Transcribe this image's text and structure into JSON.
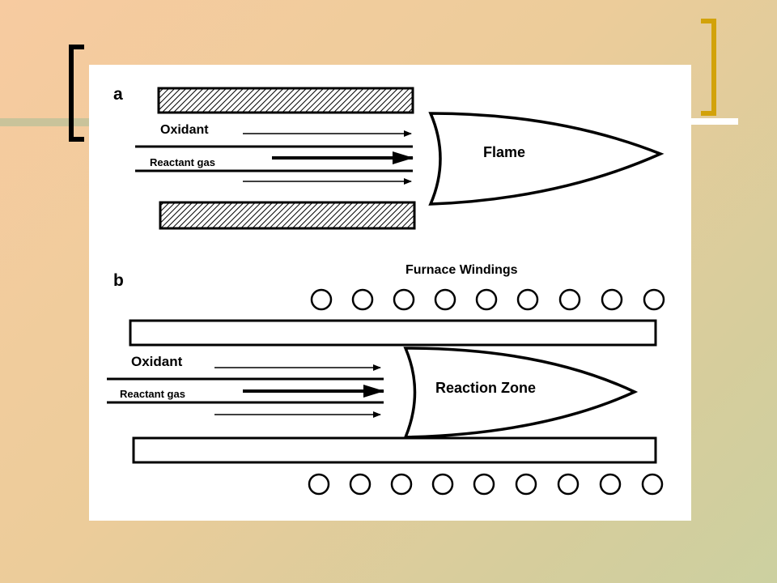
{
  "slide": {
    "background_colors": [
      "#f7cba0",
      "#ccd0a0"
    ],
    "accent_line_color": "#c9c39a",
    "left_bracket_color": "#000000",
    "right_bracket_color": "#d2a20a"
  },
  "diagram": {
    "panel_a": {
      "label": "a",
      "oxidant_label": "Oxidant",
      "reactant_label": "Reactant gas",
      "flame_label": "Flame"
    },
    "panel_b": {
      "label": "b",
      "windings_label": "Furnace Windings",
      "oxidant_label": "Oxidant",
      "reactant_label": "Reactant gas",
      "zone_label": "Reaction Zone"
    }
  }
}
